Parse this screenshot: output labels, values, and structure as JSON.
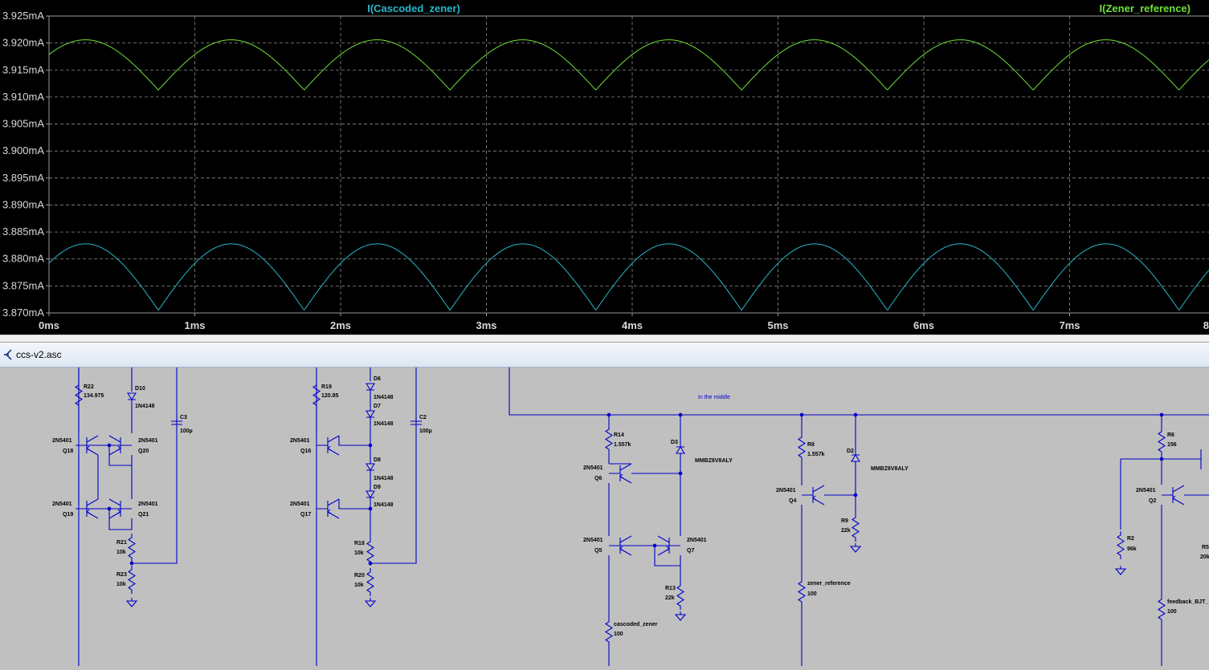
{
  "waveform": {
    "traces": [
      {
        "name": "I(Cascoded_zener)",
        "color": "#29b6c8"
      },
      {
        "name": "I(Zener_reference)",
        "color": "#6fe03a"
      }
    ],
    "y_ticks": [
      "3.925mA",
      "3.920mA",
      "3.915mA",
      "3.910mA",
      "3.905mA",
      "3.900mA",
      "3.895mA",
      "3.890mA",
      "3.885mA",
      "3.880mA",
      "3.875mA",
      "3.870mA"
    ],
    "x_ticks": [
      "0ms",
      "1ms",
      "2ms",
      "3ms",
      "4ms",
      "5ms",
      "6ms",
      "7ms",
      "8"
    ]
  },
  "schematic": {
    "tab_title": "ccs-v2.asc",
    "net_label": "In the middle",
    "components": {
      "R22": {
        "ref": "R22",
        "value": "134.975"
      },
      "D10": {
        "ref": "D10",
        "value": "1N4148"
      },
      "C3": {
        "ref": "C3",
        "value": "100µ"
      },
      "Q18": {
        "ref": "Q18",
        "model": "2N5401"
      },
      "Q20": {
        "ref": "Q20",
        "model": "2N5401"
      },
      "Q19": {
        "ref": "Q19",
        "model": "2N5401"
      },
      "Q21": {
        "ref": "Q21",
        "model": "2N5401"
      },
      "R21": {
        "ref": "R21",
        "value": "10k"
      },
      "R23": {
        "ref": "R23",
        "value": "10k"
      },
      "R19": {
        "ref": "R19",
        "value": "120.85"
      },
      "D6": {
        "ref": "D6",
        "value": "1N4148"
      },
      "D7": {
        "ref": "D7",
        "value": "1N4148"
      },
      "D8": {
        "ref": "D8",
        "value": "1N4148"
      },
      "D9": {
        "ref": "D9",
        "value": "1N4148"
      },
      "C2": {
        "ref": "C2",
        "value": "100µ"
      },
      "Q16": {
        "ref": "Q16",
        "model": "2N5401"
      },
      "Q17": {
        "ref": "Q17",
        "model": "2N5401"
      },
      "R18": {
        "ref": "R18",
        "value": "10k"
      },
      "R20": {
        "ref": "R20",
        "value": "10k"
      },
      "R14": {
        "ref": "R14",
        "value": "1.557k"
      },
      "D3": {
        "ref": "D3",
        "value": "MMBZ6V8ALY"
      },
      "Q6": {
        "ref": "Q6",
        "model": "2N5401"
      },
      "Q5": {
        "ref": "Q5",
        "model": "2N5401"
      },
      "Q7": {
        "ref": "Q7",
        "model": "2N5401"
      },
      "R13": {
        "ref": "R13",
        "value": "22k"
      },
      "Rcz": {
        "ref": "cascoded_zener",
        "value": "100"
      },
      "R8": {
        "ref": "R8",
        "value": "1.557k"
      },
      "D2": {
        "ref": "D2",
        "value": "MMBZ6V8ALY"
      },
      "Q4": {
        "ref": "Q4",
        "model": "2N5401"
      },
      "R9": {
        "ref": "R9",
        "value": "22k"
      },
      "Rzr": {
        "ref": "zener_reference",
        "value": "100"
      },
      "R6": {
        "ref": "R6",
        "value": "156"
      },
      "Q2": {
        "ref": "Q2",
        "model": "2N5401"
      },
      "R2": {
        "ref": "R2",
        "value": "96k"
      },
      "R5": {
        "ref": "R5",
        "value": "20k"
      },
      "Rfb": {
        "ref": "feedback_BJT_",
        "value": "100"
      }
    }
  }
}
